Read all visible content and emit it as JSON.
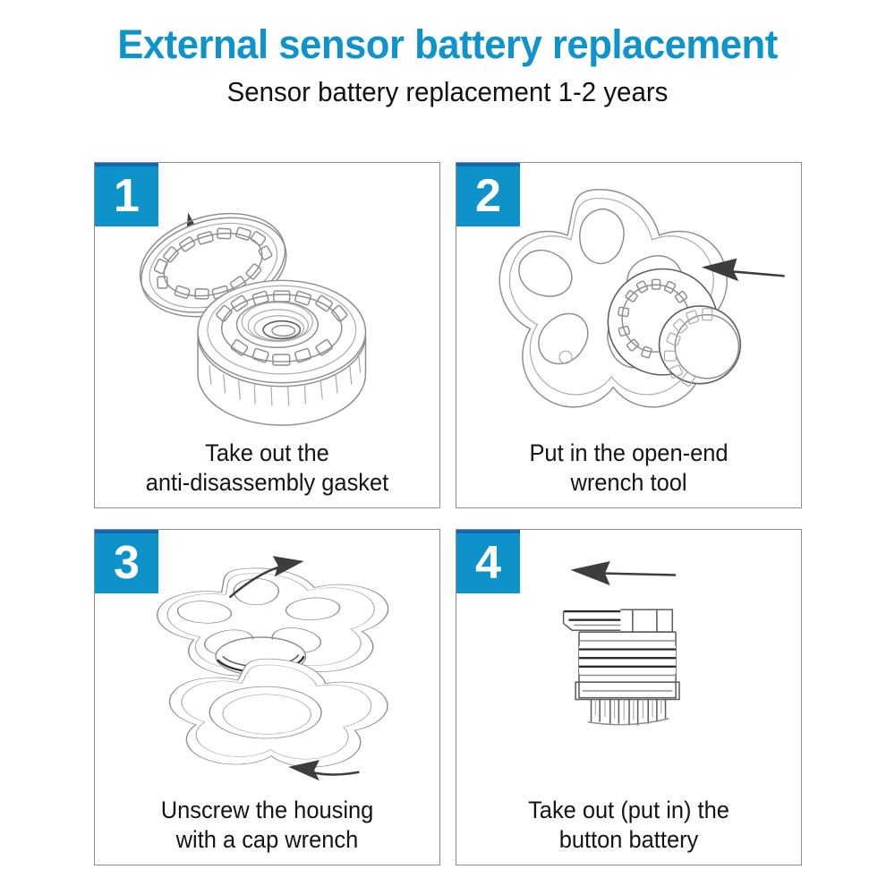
{
  "header": {
    "title": "External sensor battery replacement",
    "subtitle": "Sensor battery replacement 1-2 years",
    "title_color": "#0e93ca",
    "subtitle_color": "#111111"
  },
  "theme": {
    "accent": "#0d93ca",
    "badge_bg": "#0d93c9",
    "badge_text": "#ffffff",
    "panel_border": "#8c8c8c",
    "line_art": "#8e8e8e",
    "arrow": "#3d3d3d",
    "background": "#ffffff"
  },
  "steps": [
    {
      "number": "1",
      "caption_line1": "Take out the",
      "caption_line2": "anti-disassembly gasket",
      "illustration": "exploded sensor cap with toothed anti-disassembly gasket ring lifting off, up-left arrow",
      "arrow_direction": "up-left"
    },
    {
      "number": "2",
      "caption_line1": "Put in the open-end",
      "caption_line2": "wrench tool",
      "illustration": "five-lobed open-end cap wrench tool being seated onto the splined sensor body, leftward arrow",
      "arrow_direction": "left"
    },
    {
      "number": "3",
      "caption_line1": "Unscrew the housing",
      "caption_line2": "with a cap wrench",
      "illustration": "cap wrench engaged on sensor housing turning counter-clockwise, two curved rotation arrows",
      "arrow_direction": "rotate"
    },
    {
      "number": "4",
      "caption_line1": "Take out (put in) the",
      "caption_line2": "button battery",
      "illustration": "side cross-section of the sensor with the button battery sliding out, leftward arrow",
      "arrow_direction": "left"
    }
  ]
}
